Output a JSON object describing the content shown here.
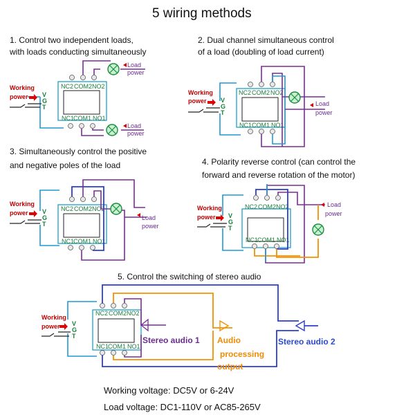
{
  "title": "5 wiring methods",
  "methods": [
    {
      "line1": "1. Control two independent loads,",
      "line2": "with loads conducting simultaneously"
    },
    {
      "line1": "2. Dual channel simultaneous control",
      "line2": "of a load (doubling of load current)"
    },
    {
      "line1": "3. Simultaneously control the positive",
      "line2": "and negative poles of the load"
    },
    {
      "line1": "4. Polarity reverse control (can control the",
      "line2": "forward and reverse rotation of the motor)"
    },
    {
      "line1": "5. Control the switching of stereo audio"
    }
  ],
  "labels": {
    "nc2": "NC2",
    "com2": "COM2",
    "no2": "NO2",
    "nc1": "NC1",
    "com1": "COM1",
    "no1": "NO1",
    "v": "V",
    "g": "G",
    "t": "T",
    "working": "Working",
    "power": "power",
    "load": "Load",
    "load_power": "power"
  },
  "audio": {
    "stereo1": "Stereo audio 1",
    "stereo2": "Stereo audio 2",
    "processing1": "Audio",
    "processing2": "processing",
    "processing3": "output"
  },
  "footer": {
    "working_voltage": "Working voltage: DC5V or 6-24V",
    "load_voltage": "Load voltage: DC1-110V or AC85-265V"
  },
  "colors": {
    "blue": "#1e9ad6",
    "purple": "#7a2a9c",
    "navy": "#2b3fc8",
    "orange": "#f39200",
    "green": "#1a7f3c"
  }
}
